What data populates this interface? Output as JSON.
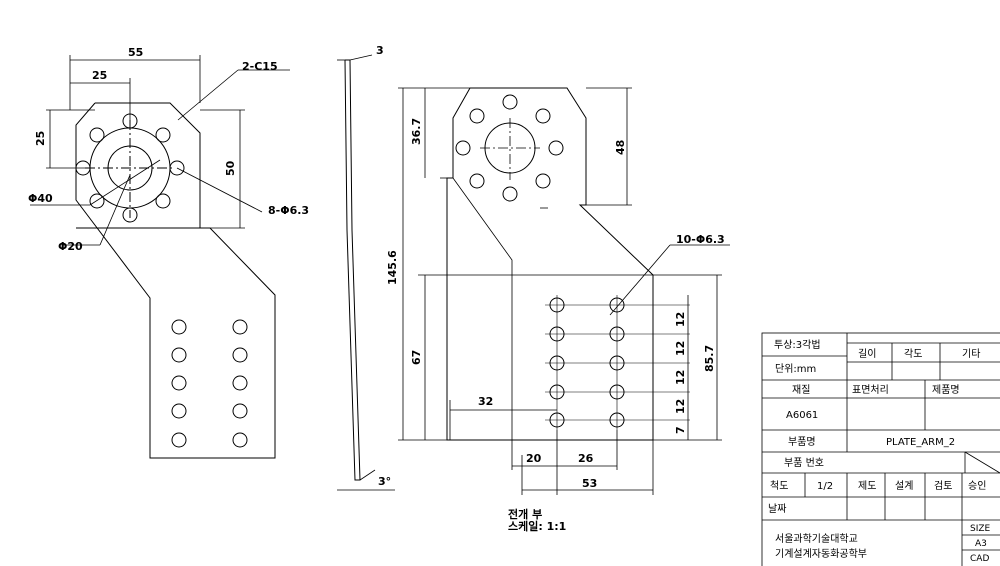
{
  "front_view": {
    "dims": {
      "width_total": "55",
      "hole_offset": "25",
      "height_left": "25",
      "chamfer": "2-C15",
      "height_right": "50",
      "outer_dia": "Φ40",
      "bolt_holes": "8-Φ6.3",
      "inner_dia": "Φ20"
    }
  },
  "side_view": {
    "thickness": "3",
    "angle": "3°"
  },
  "flat_view": {
    "dims": {
      "top_height": "36.7",
      "top_right": "48",
      "total_height": "145.6",
      "lower_height": "67",
      "holes_label": "10-Φ6.3",
      "pitch_1": "12",
      "pitch_2": "12",
      "pitch_3": "12",
      "pitch_4": "12",
      "bottom_offset": "7",
      "right_height": "85.7",
      "left_offset": "32",
      "col_offset": "20",
      "col_spacing": "26",
      "bottom_width": "53"
    },
    "note_title": "전개 부",
    "note_scale": "스케일: 1:1"
  },
  "title_block": {
    "projection": "투상:3각법",
    "unit": "단위:mm",
    "tol_length": "길이",
    "tol_angle": "각도",
    "tol_other": "기타",
    "material_label": "재질",
    "surface_label": "표면처리",
    "product_label": "제품명",
    "material_value": "A6061",
    "part_name_label": "부품명",
    "part_name_value": "PLATE_ARM_2",
    "part_no_label": "부품 번호",
    "scale_label": "척도",
    "scale_value": "1/2",
    "drawn_label": "제도",
    "design_label": "설계",
    "check_label": "검토",
    "approve_label": "승인",
    "date_label": "날짜",
    "school": "서울과학기술대학교",
    "department": "기계설계자동화공학부",
    "size_label": "SIZE",
    "size_value": "A3",
    "cad_label": "CAD"
  }
}
